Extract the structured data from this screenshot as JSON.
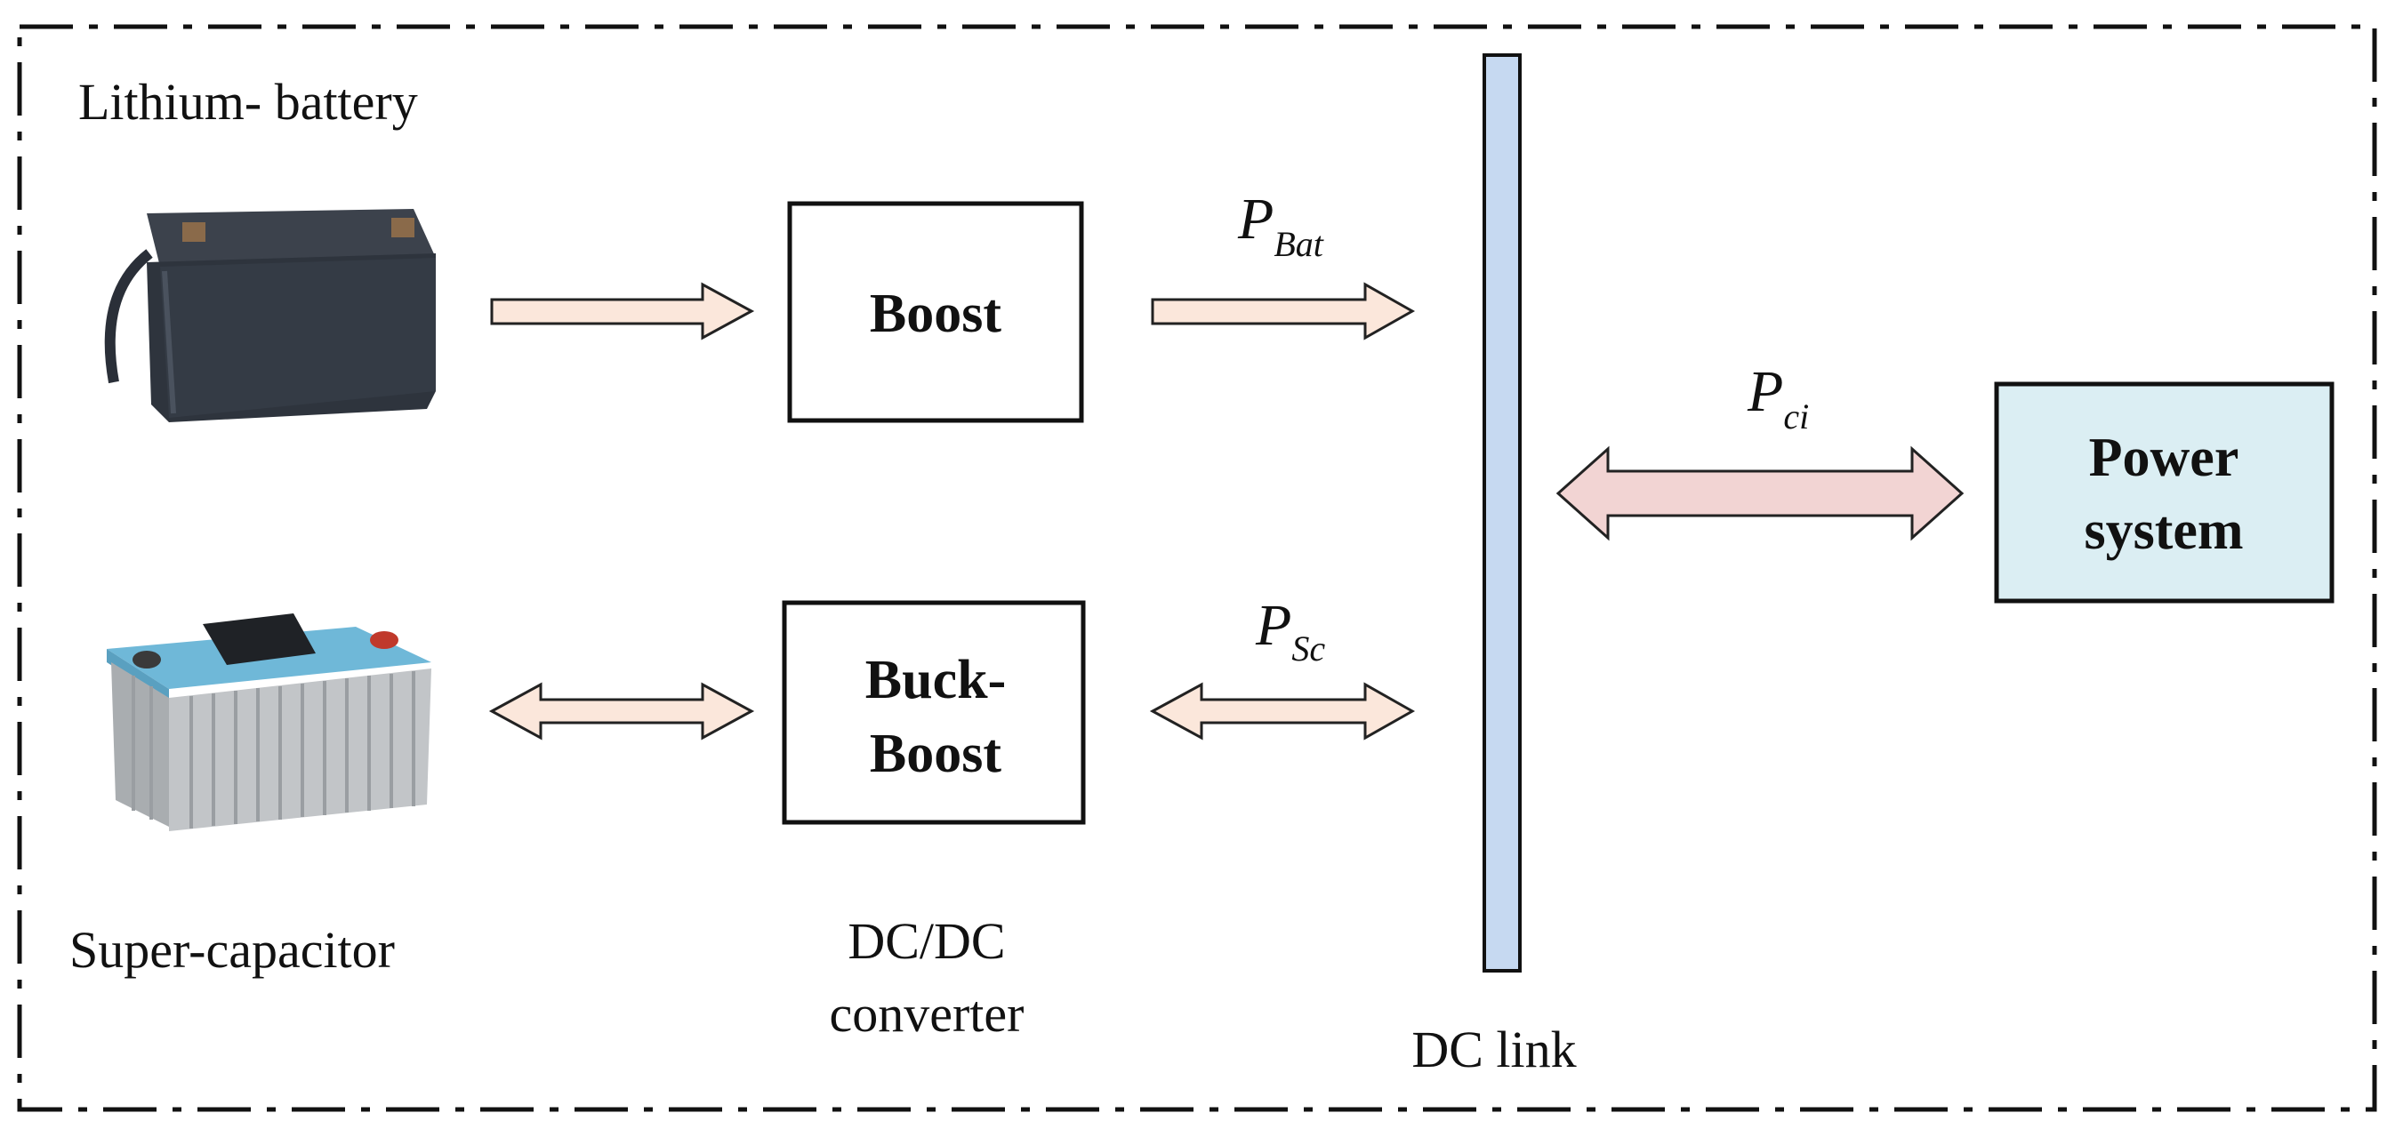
{
  "labels": {
    "battery": "Lithium- battery",
    "supercap": "Super-capacitor",
    "converter_line1": "DC/DC",
    "converter_line2": "converter",
    "dc_link": "DC link"
  },
  "blocks": {
    "boost": "Boost",
    "buckboost_line1": "Buck-",
    "buckboost_line2": "Boost",
    "power_line1": "Power",
    "power_line2": "system"
  },
  "signals": {
    "p_bat_main": "P",
    "p_bat_sub": "Bat",
    "p_sc_main": "P",
    "p_sc_sub": "Sc",
    "p_ci_main": "P",
    "p_ci_sub": "ci"
  },
  "icons": {
    "battery": "lithium-battery-image",
    "supercap": "super-capacitor-image"
  },
  "colors": {
    "arrow_fill": "#FBE7DB",
    "big_arrow_fill": "#F2D4D3",
    "dc_link_fill": "#C6D9F1",
    "power_system_fill": "#DBEEF3",
    "border": "#222222"
  }
}
